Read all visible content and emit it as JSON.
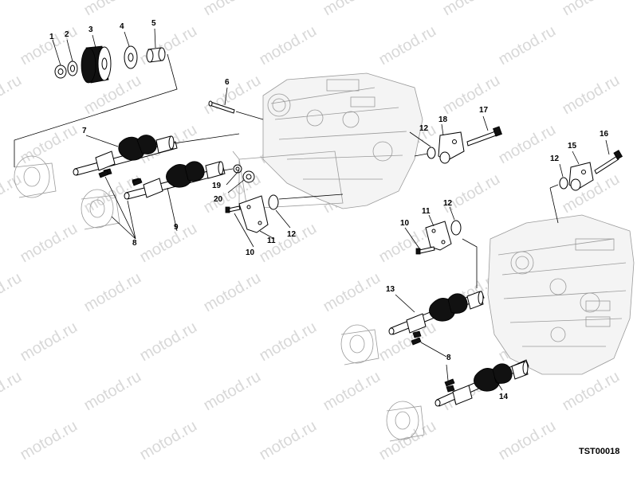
{
  "watermark": "motod.ru",
  "reference_code": "TST00018",
  "callouts": [
    "1",
    "2",
    "3",
    "4",
    "5",
    "6",
    "7",
    "8",
    "9",
    "10",
    "11",
    "12",
    "13",
    "14",
    "15",
    "16",
    "17",
    "18",
    "19",
    "20"
  ]
}
